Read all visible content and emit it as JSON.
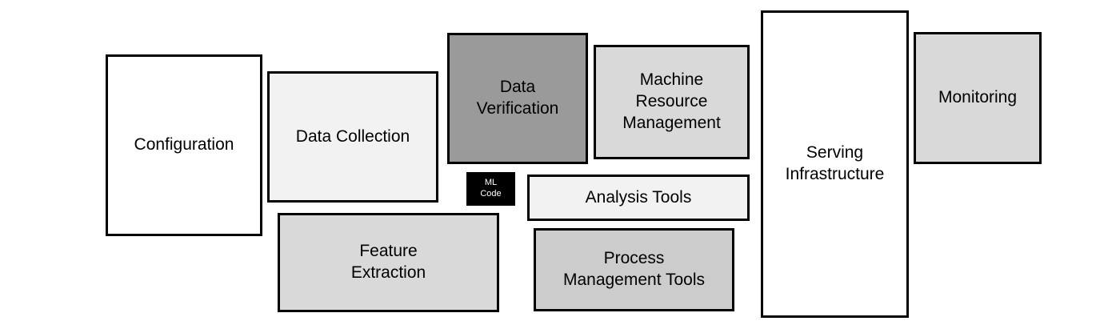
{
  "diagram": {
    "description": "Block diagram of ML system components with a small central ML Code box",
    "background_color": "#ffffff",
    "border_color": "#000000",
    "boxes": [
      {
        "id": "configuration",
        "label": "Configuration",
        "fill": "#ffffff",
        "text_color": "#000000"
      },
      {
        "id": "data-collection",
        "label": "Data Collection",
        "fill": "#f2f2f2",
        "text_color": "#000000"
      },
      {
        "id": "data-verification",
        "label": "Data\nVerification",
        "fill": "#9a9a9a",
        "text_color": "#000000"
      },
      {
        "id": "ml-code",
        "label": "ML\nCode",
        "fill": "#000000",
        "text_color": "#ffffff"
      },
      {
        "id": "machine-resource-management",
        "label": "Machine\nResource\nManagement",
        "fill": "#d9d9d9",
        "text_color": "#000000"
      },
      {
        "id": "analysis-tools",
        "label": "Analysis Tools",
        "fill": "#f2f2f2",
        "text_color": "#000000"
      },
      {
        "id": "feature-extraction",
        "label": "Feature\nExtraction",
        "fill": "#d9d9d9",
        "text_color": "#000000"
      },
      {
        "id": "process-management-tools",
        "label": "Process\nManagement Tools",
        "fill": "#cccccc",
        "text_color": "#000000"
      },
      {
        "id": "serving-infrastructure",
        "label": "Serving\nInfrastructure",
        "fill": "#ffffff",
        "text_color": "#000000"
      },
      {
        "id": "monitoring",
        "label": "Monitoring",
        "fill": "#d9d9d9",
        "text_color": "#000000"
      }
    ]
  }
}
